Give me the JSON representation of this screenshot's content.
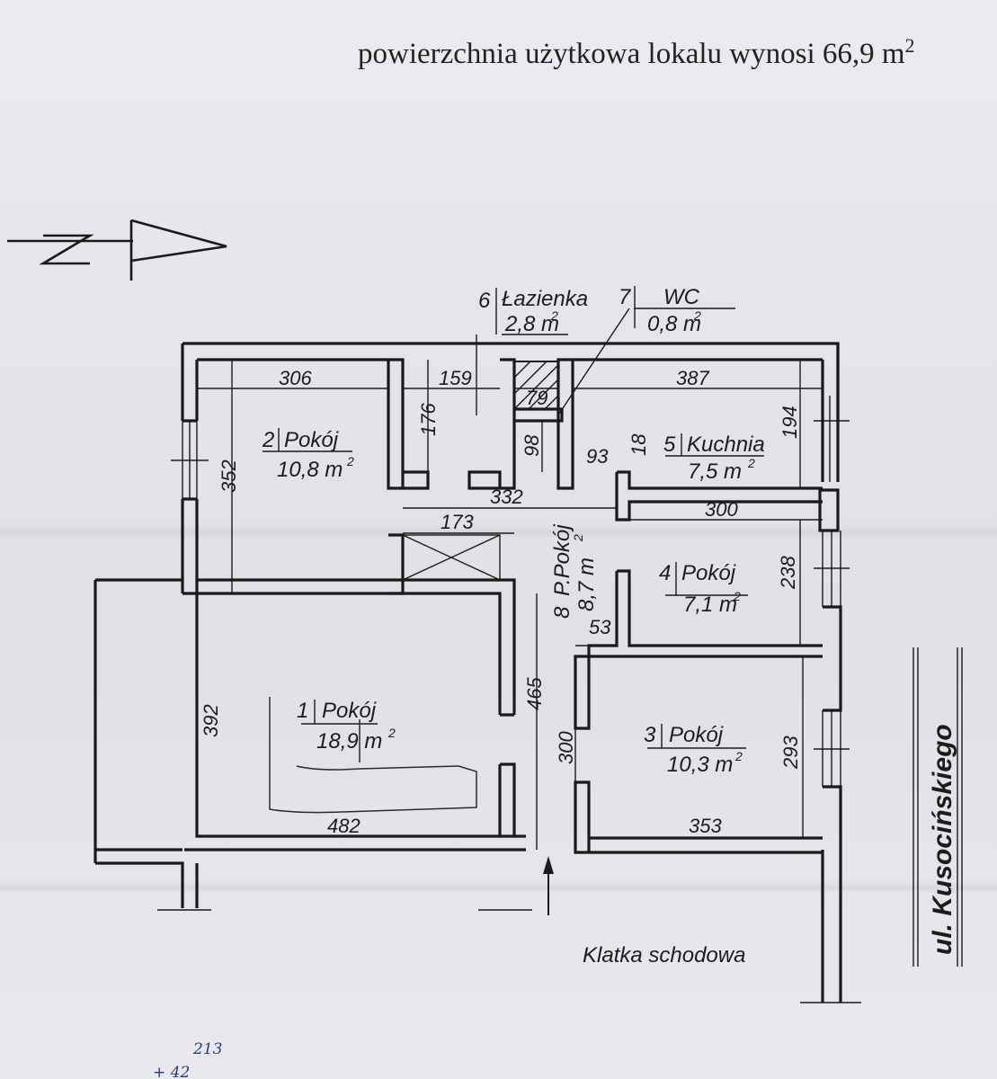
{
  "header": {
    "area_text": "powierzchnia użytkowa lokalu wynosi 66,9 m",
    "area_unit_sup": "2"
  },
  "rooms": [
    {
      "number": "1",
      "name": "Pokój",
      "area": "18,9 m",
      "sup": "2"
    },
    {
      "number": "2",
      "name": "Pokój",
      "area": "10,8 m",
      "sup": "2"
    },
    {
      "number": "3",
      "name": "Pokój",
      "area": "10,3 m",
      "sup": "2"
    },
    {
      "number": "4",
      "name": "Pokój",
      "area": "7,1 m",
      "sup": "2"
    },
    {
      "number": "5",
      "name": "Kuchnia",
      "area": "7,5 m",
      "sup": "2"
    },
    {
      "number": "6",
      "name": "Łazienka",
      "area": "2,8 m",
      "sup": "2"
    },
    {
      "number": "7",
      "name": "WC",
      "area": "0,8 m",
      "sup": "2"
    },
    {
      "number": "8",
      "name": "P.Pokój",
      "area": "8,7 m",
      "sup": "2"
    }
  ],
  "dimensions": {
    "d306": "306",
    "d159": "159",
    "d79": "79",
    "d387": "387",
    "d176": "176",
    "d98": "98",
    "d93": "93",
    "d18": "18",
    "d194": "194",
    "d352": "352",
    "d332": "332",
    "d300a": "300",
    "d173": "173",
    "d238": "238",
    "d53": "53",
    "d465": "465",
    "d392": "392",
    "d300b": "300",
    "d293": "293",
    "d482": "482",
    "d353": "353"
  },
  "labels": {
    "staircase": "Klatka schodowa",
    "street": "ul. Kusocińskiego"
  },
  "handwritten": {
    "note_top": "213",
    "note_bottom": "+ 42"
  },
  "colors": {
    "paper": "#e4e5ea",
    "ink": "#1a1a1a",
    "pen": "#2b3a7a"
  }
}
